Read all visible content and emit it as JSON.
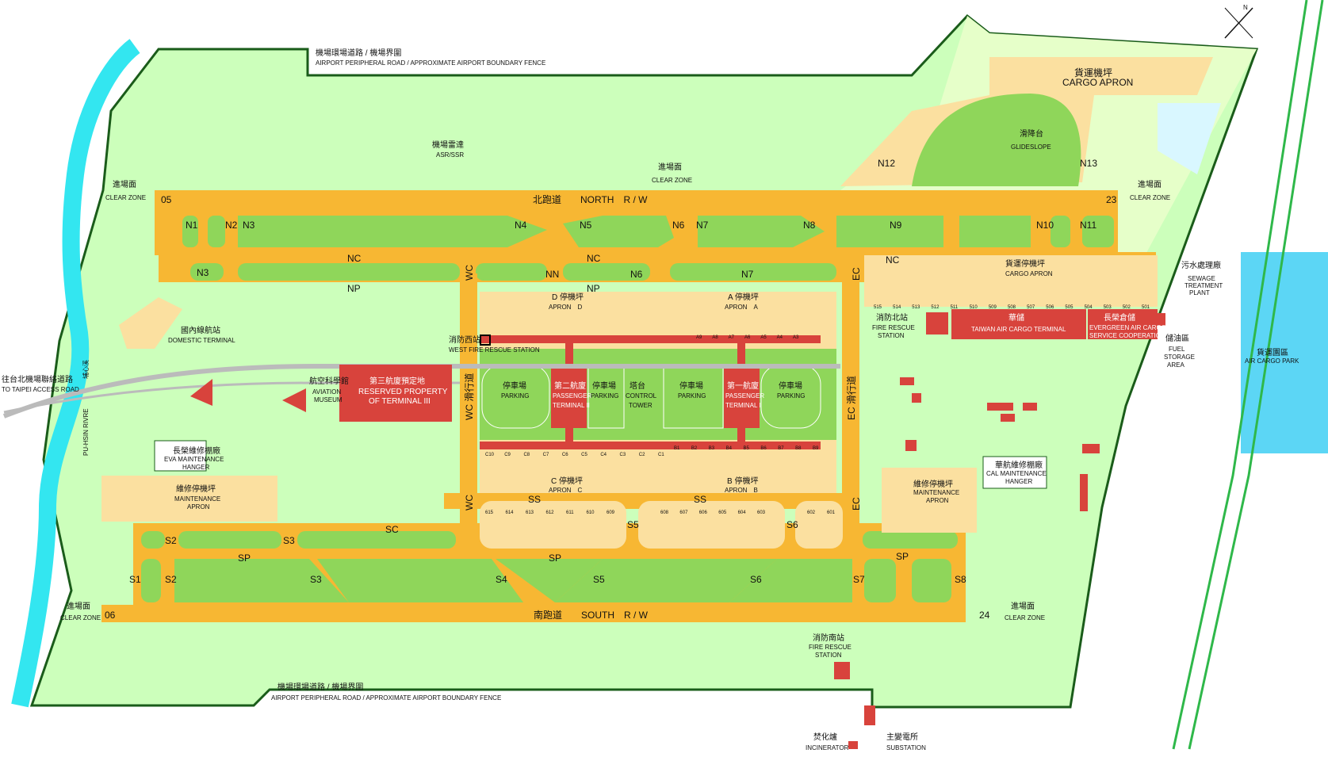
{
  "colors": {
    "land": "#ccffbb",
    "outer_land": "#e6ffc9",
    "grass": "#8fd65a",
    "runway": "#f7b733",
    "apron": "#fbe0a0",
    "building": "#d8433c",
    "river": "#33e6f0",
    "water": "#5cd6f5",
    "boundary": "#1a5c1a"
  },
  "labels": {
    "boundary_top_zh": "機場環場道路 / 機場界圍",
    "boundary_top_en": "AIRPORT PERIPHERAL ROAD / APPROXIMATE AIRPORT BOUNDARY FENCE",
    "boundary_bottom_zh": "機場環場道路 / 機場界圍",
    "boundary_bottom_en": "AIRPORT PERIPHERAL ROAD / APPROXIMATE AIRPORT BOUNDARY FENCE",
    "radar_zh": "機場雷達",
    "radar_en": "ASR/SSR",
    "clear_zone_zh": "進場面",
    "clear_zone_en": "CLEAR ZONE",
    "north_rw_zh": "北跑道",
    "north_rw_en": "NORTH　R / W",
    "south_rw_zh": "南跑道",
    "south_rw_en": "SOUTH　R / W",
    "rw05": "05",
    "rw23": "23",
    "rw06": "06",
    "rw24": "24",
    "cargo_apron_zh": "貨運機坪",
    "cargo_apron_en": "CARGO APRON",
    "glideslope_zh": "滑降台",
    "glideslope_en": "GLIDESLOPE",
    "cargo_parking_zh": "貨運停機坪",
    "cargo_parking_en": "CARGO APRON",
    "sewage_zh": "污水處理廠",
    "sewage_en1": "SEWAGE",
    "sewage_en2": "TREATMENT",
    "sewage_en3": "PLANT",
    "fuel_zh": "儲油區",
    "fuel_en1": "FUEL",
    "fuel_en2": "STORAGE",
    "fuel_en3": "AREA",
    "aircargo_park_zh": "貨運園區",
    "aircargo_park_en": "AIR CARGO PARK",
    "domestic_zh": "國內線航站",
    "domestic_en": "DOMESTIC TERMINAL",
    "access_zh": "往台北機場聯絡道路",
    "access_en": "TO TAIPEI ACCESS ROAD",
    "river_en": "PU-HSIN RIVRE",
    "river_zh": "埔心溪",
    "museum_zh": "航空科學館",
    "museum_en1": "AVIATION",
    "museum_en2": "MUSEUM",
    "t3_zh": "第三航廈預定地",
    "t3_en1": "RESERVED PROPERTY",
    "t3_en2": "OF TERMINAL III",
    "west_fire_zh": "消防西站",
    "west_fire_en": "WEST FIRE RESCUE STATION",
    "apron_d_zh": "D 停機坪",
    "apron_d_en": "APRON　D",
    "apron_a_zh": "A 停機坪",
    "apron_a_en": "APRON　A",
    "apron_c_zh": "C 停機坪",
    "apron_c_en": "APRON　C",
    "apron_b_zh": "B 停機坪",
    "apron_b_en": "APRON　B",
    "parking_zh": "停車場",
    "parking_en": "PARKING",
    "t2_zh": "第二航廈",
    "t2_en1": "PASSENGER",
    "t2_en2": "TERMINAL II",
    "t1_zh": "第一航廈",
    "t1_en1": "PASSENGER",
    "t1_en2": "TERMINAL I",
    "tower_zh": "塔台",
    "tower_en1": "CONTROL",
    "tower_en2": "TOWER",
    "wc_zh": "WC 滑行道",
    "ec_zh": "EC 滑行道",
    "north_fire_zh": "消防北站",
    "north_fire_en1": "FIRE RESCUE",
    "north_fire_en2": "STATION",
    "taiwan_cargo_zh": "華儲",
    "taiwan_cargo_en": "TAIWAN AIR CARGO TERMINAL",
    "evergreen_zh": "長榮倉儲",
    "evergreen_en1": "EVERGREEN AIR CARGO",
    "evergreen_en2": "SERVICE COOPERATION",
    "eva_zh": "長榮維修棚廠",
    "eva_en1": "EVA MAINTENANCE",
    "eva_en2": "HANGER",
    "maint_apron_zh": "維修停機坪",
    "maint_apron_en1": "MAINTENANCE",
    "maint_apron_en2": "APRON",
    "cal_zh": "華航維修棚廠",
    "cal_en1": "CAL MAINTENANCE",
    "cal_en2": "HANGER",
    "south_fire_zh": "消防南站",
    "south_fire_en1": "FIRE RESCUE",
    "south_fire_en2": "STATION",
    "incinerator_zh": "焚化爐",
    "incinerator_en": "INCINERATOR",
    "substation_zh": "主變電所",
    "substation_en": "SUBSTATION",
    "north_arrow": "N"
  },
  "taxiways": {
    "N1": "N1",
    "N2": "N2",
    "N3": "N3",
    "N3b": "N3",
    "N4": "N4",
    "N5": "N5",
    "N6": "N6",
    "N7": "N7",
    "N8": "N8",
    "N9": "N9",
    "N10": "N10",
    "N11": "N11",
    "N12": "N12",
    "N13": "N13",
    "NC1": "NC",
    "NC2": "NC",
    "NC3": "NC",
    "NP1": "NP",
    "NP2": "NP",
    "NN": "NN",
    "N6b": "N6",
    "N7b": "N7",
    "WC": "WC",
    "WC2": "WC",
    "EC": "EC",
    "EC2": "EC",
    "SS1": "SS",
    "SS2": "SS",
    "SC": "SC",
    "SP1": "SP",
    "SP2": "SP",
    "SP3": "SP",
    "S1": "S1",
    "S2": "S2",
    "S2b": "S2",
    "S3": "S3",
    "S3b": "S3",
    "S4": "S4",
    "S5": "S5",
    "S5b": "S5",
    "S6": "S6",
    "S6b": "S6",
    "S7": "S7",
    "S8": "S8"
  },
  "gates": {
    "north": [
      "515",
      "514",
      "513",
      "512",
      "511",
      "510",
      "509",
      "508",
      "507",
      "506",
      "505",
      "504",
      "503",
      "502",
      "501"
    ],
    "south_west": [
      "615",
      "614",
      "613",
      "612",
      "611",
      "610",
      "609"
    ],
    "south_mid": [
      "608",
      "607",
      "606",
      "605",
      "604",
      "603"
    ],
    "south_east": [
      "602",
      "601"
    ],
    "c_gates": [
      "C10",
      "C9",
      "C8",
      "C7",
      "C6",
      "C5",
      "C4",
      "C3",
      "C2",
      "C1"
    ],
    "b_gates": [
      "B1",
      "B2",
      "B3",
      "B4",
      "B5",
      "B6",
      "B7",
      "B8",
      "B9"
    ],
    "a_gates": [
      "A9",
      "A8",
      "A7",
      "A6",
      "A5",
      "A4",
      "A3"
    ]
  }
}
